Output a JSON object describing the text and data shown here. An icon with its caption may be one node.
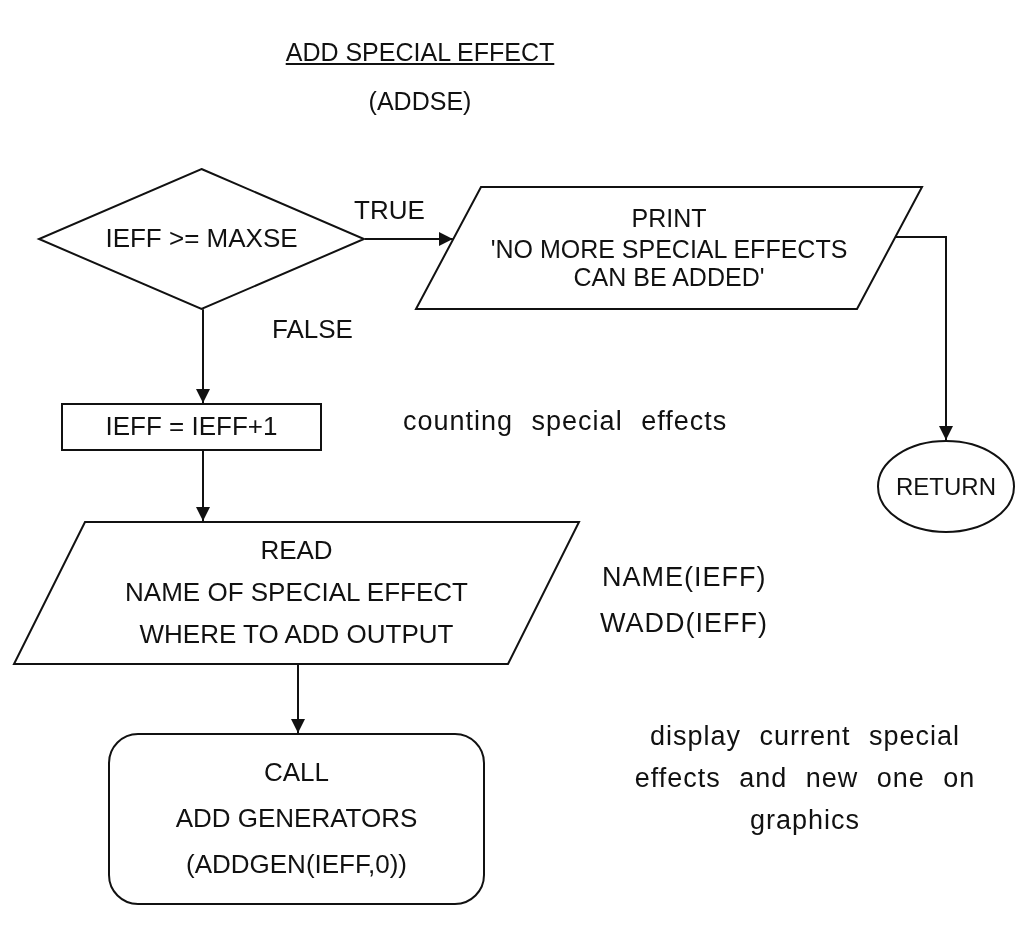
{
  "diagram": {
    "title": "ADD SPECIAL EFFECT",
    "nodes": [
      {
        "text": [
          "IEFF >= MAXSE"
        ]
      },
      {
        "text": [
          "PRINT",
          "'NO MORE SPECIAL EFFECTS CAN BE ADDED'"
        ]
      },
      {
        "text": [
          "IEFF = IEFF+1"
        ],
        "beside": [
          "counting special effects"
        ]
      },
      {
        "text": [
          "READ",
          "NAME OF SPECIAL EFFECT",
          "WHERE TO ADD OUTPUT"
        ],
        "beside": [
          "NAME(IEFF)",
          "WADD(IEFF)"
        ]
      },
      {
        "text": [
          "CALL",
          "ADD GENERATORS",
          "(ADDGEN(IEFF,0))"
        ]
      },
      {
        "text": [
          "RETURN"
        ]
      }
    ],
    "edges": [
      {
        "from": 0,
        "to": 1,
        "arrow": "to",
        "label": "TRUE"
      },
      {
        "from": 0,
        "to": 2,
        "arrow": "to",
        "label": "FALSE"
      },
      {
        "from": 2,
        "to": 3,
        "arrow": "to"
      },
      {
        "from": 3,
        "to": 4,
        "arrow": "to"
      },
      {
        "from": 1,
        "to": 5,
        "arrow": "to"
      }
    ],
    "labels": [
      "(ADDSE)",
      "display current special effects and new one on graphics"
    ]
  }
}
